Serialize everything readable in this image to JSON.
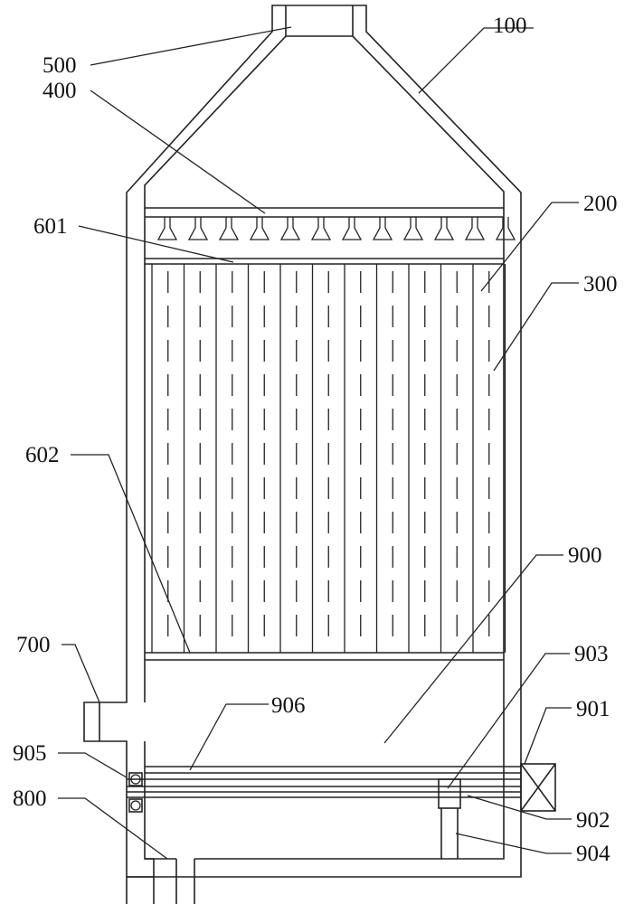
{
  "diagram": {
    "labels": {
      "l100": "100",
      "l500": "500",
      "l400": "400",
      "l601": "601",
      "l200": "200",
      "l300": "300",
      "l602": "602",
      "l900": "900",
      "l700": "700",
      "l903": "903",
      "l906": "906",
      "l901": "901",
      "l905": "905",
      "l800": "800",
      "l902": "902",
      "l904": "904"
    }
  }
}
